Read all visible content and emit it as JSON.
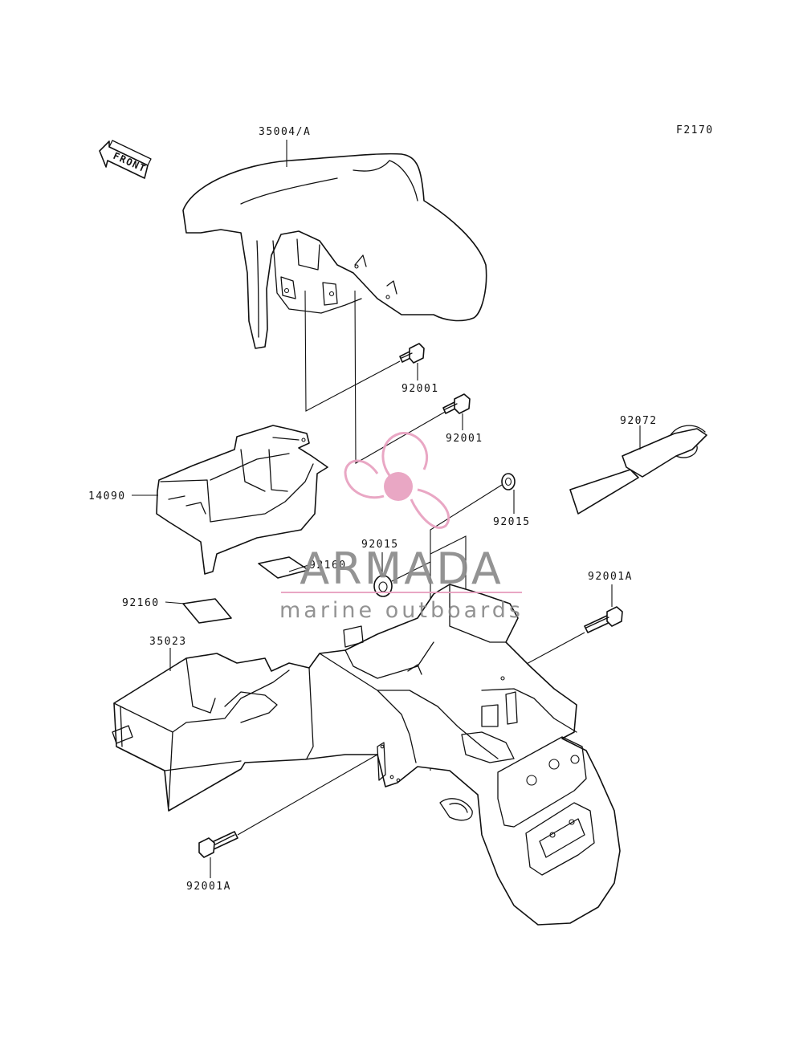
{
  "figure_code": "F2170",
  "front_arrow_label": "FRONT",
  "parts": {
    "front_fender": "35004/A",
    "bolt_upper_a": "92001",
    "bolt_upper_b": "92001",
    "strap": "92072",
    "cover": "14090",
    "collar_right": "92015",
    "collar_center": "92015",
    "pad_upper": "92160",
    "pad_lower": "92160",
    "bolt_rear_right": "92001A",
    "rear_fender": "35023",
    "bolt_rear_left": "92001A"
  },
  "watermark": {
    "brand": "ARMADA",
    "tagline": "marine outboards",
    "accent_color": "#e8a0bf",
    "text_color": "#8a8a8a"
  }
}
